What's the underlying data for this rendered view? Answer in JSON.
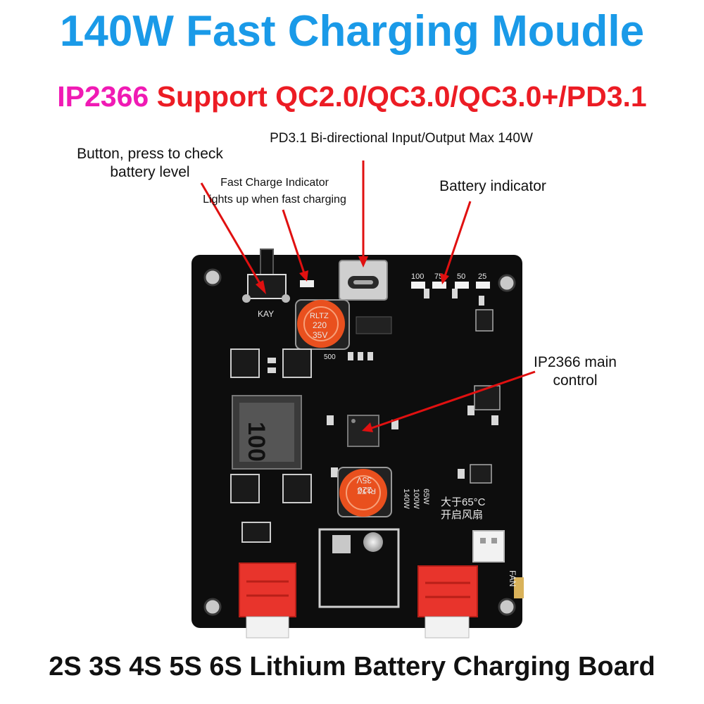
{
  "title": "140W Fast Charging Moudle",
  "subtitle": {
    "chip": "IP2366",
    "support": "Support QC2.0/QC3.0/QC3.0+/PD3.1"
  },
  "annotations": {
    "button_line1": "Button, press to check",
    "button_line2": "battery level",
    "pd_io": "PD3.1 Bi-directional Input/Output Max 140W",
    "fast_line1": "Fast Charge Indicator",
    "fast_line2": "Lights up when fast charging",
    "battery_indicator": "Battery indicator",
    "ic_line1": "IP2366 main",
    "ic_line2": "control"
  },
  "board_silkscreen": {
    "level_100": "100",
    "level_75": "75",
    "level_50": "50",
    "level_25": "25",
    "key": "KAY",
    "inductor": "100",
    "cap_brand": "RLTZ",
    "cap_value": "220",
    "cap_voltage": "35V",
    "power_65": "65W",
    "power_100": "100W",
    "power_140": "140W",
    "fan_temp": "大于65°C",
    "fan_on": "开启风扇",
    "fan": "FAN",
    "res_500": "500"
  },
  "footer": "2S 3S 4S 5S 6S Lithium Battery Charging Board",
  "colors": {
    "title": "#1a9ae8",
    "chip": "#f01ab4",
    "support": "#ec1c24",
    "arrow": "#e01010",
    "board": "#0d0d0d",
    "terminal": "#e8342c"
  }
}
